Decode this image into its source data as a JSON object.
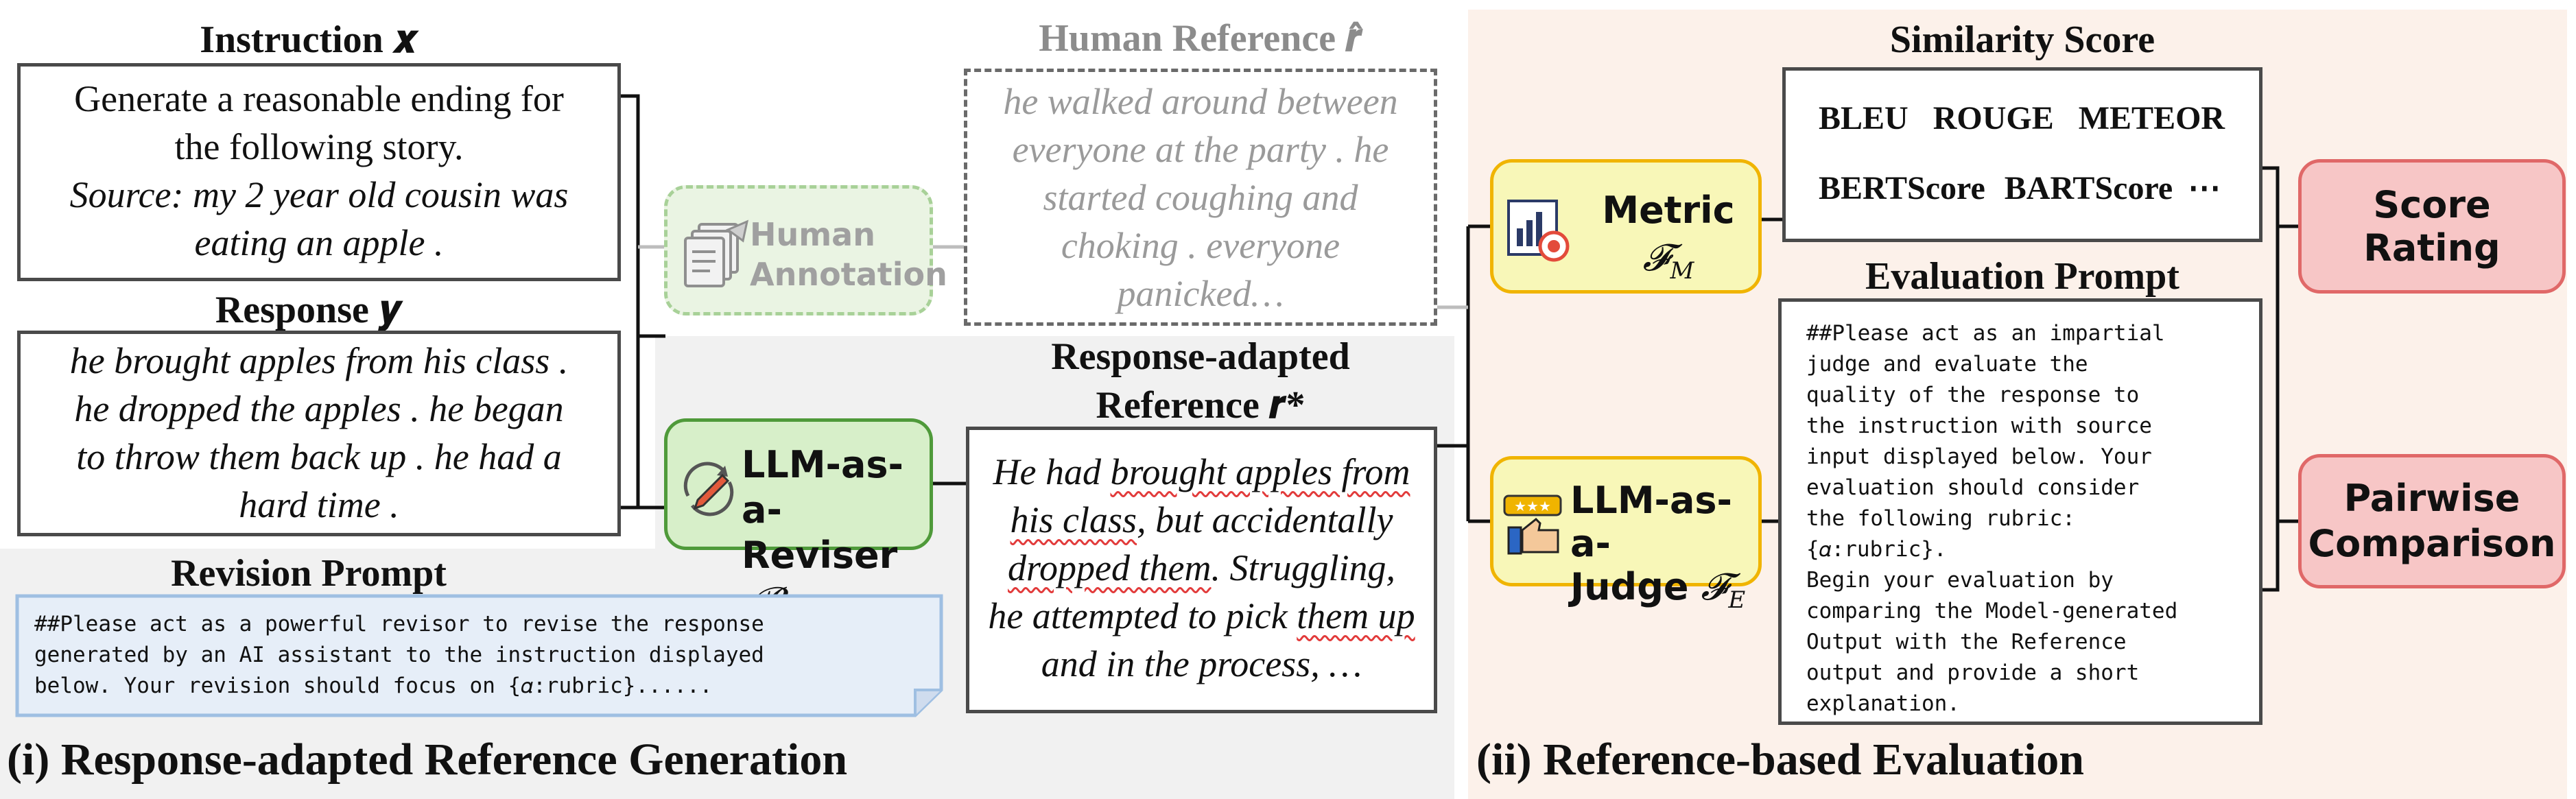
{
  "instruction": {
    "title": "Instruction 𝒙",
    "line1": "Generate a reasonable ending for",
    "line2": "the following story.",
    "line3": "Source: my 2 year old cousin was",
    "line4": "eating an apple ."
  },
  "response": {
    "title": "Response 𝒚",
    "line1": "he brought apples from his class .",
    "line2": "he dropped the apples . he began",
    "line3": "to throw them back up . he had a",
    "line4": "hard time ."
  },
  "human_annotation": {
    "line1": "Human",
    "line2": "Annotation"
  },
  "human_reference": {
    "title": "Human Reference 𝒓̂",
    "line1": "he walked around between",
    "line2": "everyone at the party . he",
    "line3": "started coughing and",
    "line4": "choking . everyone",
    "line5": "panicked…"
  },
  "reviser": {
    "line1": "LLM-as-a-",
    "line2": "Reviser",
    "symbol": "𝓡"
  },
  "adapted_reference": {
    "title_line1": "Response-adapted",
    "title_line2": "Reference 𝒓*",
    "line1_a": "He had ",
    "line1_b": "brought apples from",
    "line2_a": "his class",
    "line2_b": ", but accidentally",
    "line3_a": "dropped them",
    "line3_b": ". Struggling,",
    "line4_a": "he attempted to pick ",
    "line4_b": "them up",
    "line5": "and in the process, …"
  },
  "revision_prompt": {
    "title": "Revision Prompt",
    "line1": "##Please act as a powerful revisor to revise the response",
    "line2": "generated by an AI assistant to the instruction displayed",
    "line3": "below. Your revision should focus on {𝛼:rubric}......"
  },
  "caption_left": "(i) Response-adapted Reference Generation",
  "caption_right": "(ii) Reference-based Evaluation",
  "metric": {
    "label": "Metric",
    "symbol": "𝓕",
    "sub": "M"
  },
  "judge": {
    "line1": "LLM-as-a-",
    "line2": "Judge",
    "symbol": "𝓕",
    "sub": "E"
  },
  "similarity": {
    "title": "Similarity Score",
    "row1": [
      "BLEU",
      "ROUGE",
      "METEOR"
    ],
    "row2": [
      "BERTScore",
      "BARTScore",
      "⋯"
    ]
  },
  "eval_prompt": {
    "title": "Evaluation Prompt",
    "lines": [
      "##Please act as an impartial",
      "judge and evaluate the",
      "quality of the response to",
      "the instruction with source",
      "input displayed below. Your",
      "evaluation should consider",
      "the following rubric:",
      "{𝛼:rubric}.",
      "Begin your evaluation by",
      "comparing the Model-generated",
      "Output with the Reference",
      "output and provide a short",
      "explanation."
    ]
  },
  "score_rating": "Score Rating",
  "pairwise": {
    "line1": "Pairwise",
    "line2": "Comparison"
  },
  "colors": {
    "green_fill": "#d7efc9",
    "green_border": "#4f9a3a",
    "yellow_fill": "#f8f7b8",
    "yellow_border": "#f0b400",
    "red_fill": "#f7c6c6",
    "red_border": "#e06868",
    "blue_fill": "#e6eef8",
    "blue_border": "#9fbfe2",
    "wavy": "#e23b3b"
  },
  "icons": [
    "document-stack-icon",
    "pencil-refresh-icon",
    "chart-target-icon",
    "thumbs-up-stars-icon"
  ]
}
